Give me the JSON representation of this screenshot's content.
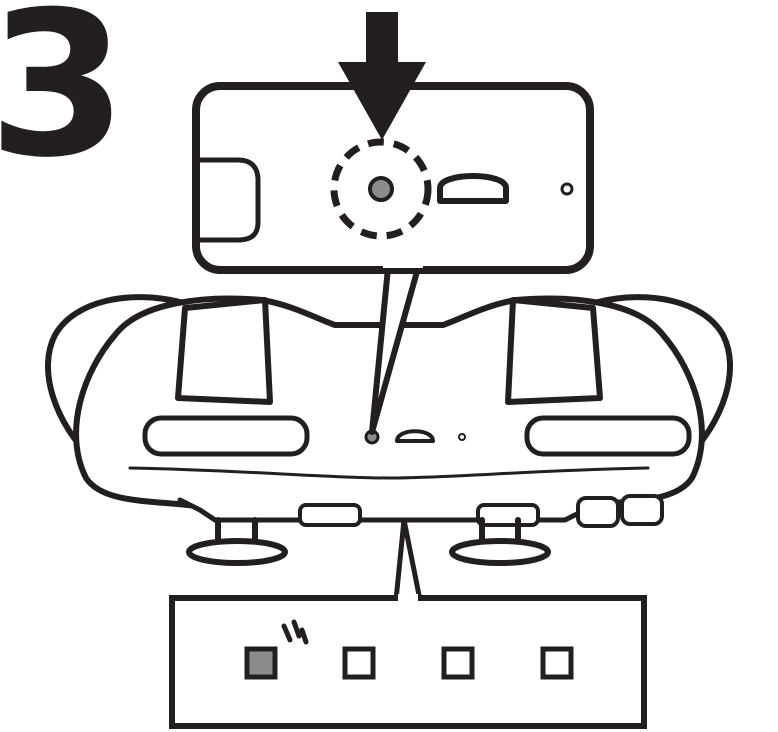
{
  "step": {
    "number": "3"
  },
  "colors": {
    "ink": "#231f20",
    "background": "#ffffff",
    "pairing_button_fill": "#8c8c8c",
    "led_lit_fill": "#8c8c8c",
    "led_unlit_fill": "#ffffff"
  },
  "leds": [
    {
      "state": "blinking"
    },
    {
      "state": "off"
    },
    {
      "state": "off"
    },
    {
      "state": "off"
    }
  ]
}
